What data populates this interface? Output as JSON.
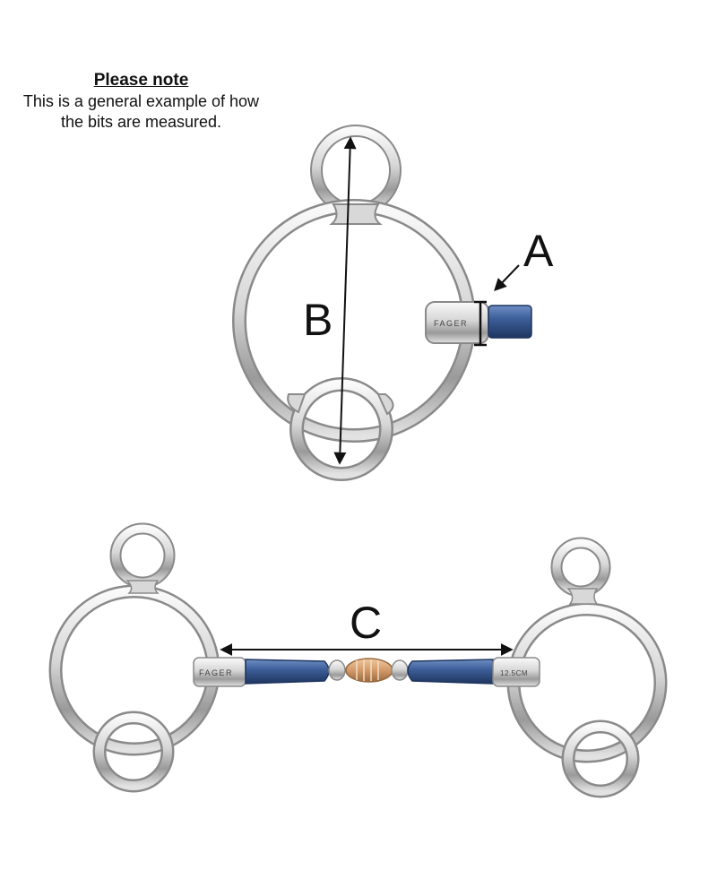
{
  "note": {
    "title": "Please note",
    "body": "This is a general example of how the bits are measured."
  },
  "labels": {
    "a": "A",
    "b": "B",
    "c": "C"
  },
  "engravings": {
    "brand": "FAGER",
    "size": "12.5CM"
  },
  "colors": {
    "steel_light": "#f4f4f4",
    "steel_mid": "#c8c8c8",
    "steel_dark": "#8a8a8a",
    "mouthpiece_blue": "#3d5f9a",
    "copper": "#d29a6a",
    "measure_line": "#111111"
  }
}
